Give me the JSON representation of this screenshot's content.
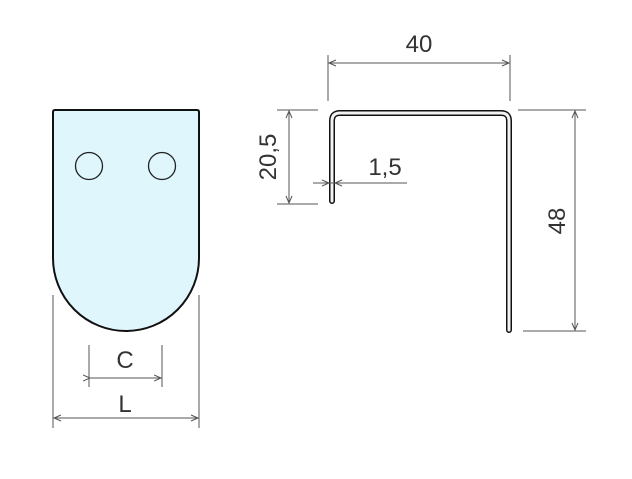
{
  "front_view": {
    "fill_color": "#e0f6fd",
    "outline_color": "#111111",
    "holes": 2,
    "dimensions": {
      "hole_spacing_label": "C",
      "width_label": "L"
    }
  },
  "profile_view": {
    "dimensions": {
      "width": "40",
      "height": "48",
      "short_leg": "20,5",
      "thickness": "1,5"
    }
  }
}
